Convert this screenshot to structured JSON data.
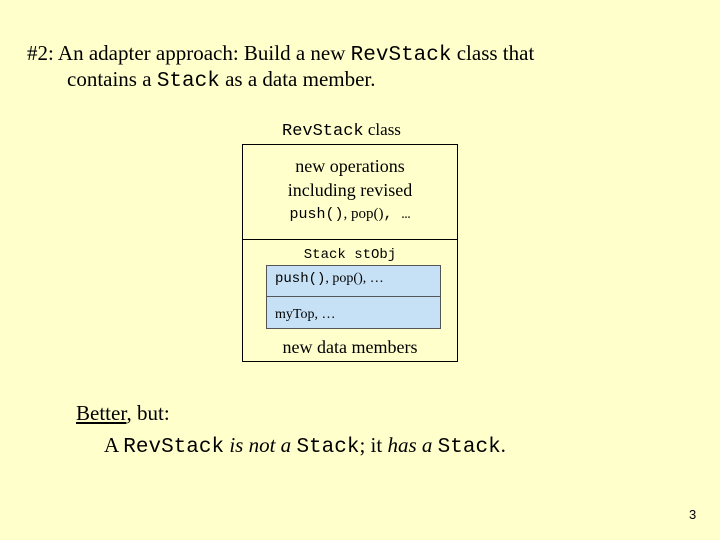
{
  "title": {
    "line1_a": "#2: An adapter approach:   Build a new ",
    "line1_code": "RevStack",
    "line1_b": " class that",
    "line2_a": "contains a ",
    "line2_code": "Stack",
    "line2_b": " as a data member."
  },
  "diagram": {
    "class_name_code": "RevStack",
    "class_name_text": " class",
    "ops_line1": "new operations",
    "ops_line2": "including revised",
    "ops_push": "push()",
    "ops_sep": ", ",
    "ops_pop": "pop()",
    "ops_tail": ", …",
    "member_decl": "Stack stObj",
    "inner_push": "push()",
    "inner_sep": ", ",
    "inner_pop": "pop()",
    "inner_tail": ", …",
    "inner_members": "myTop, …",
    "new_data": "new data members"
  },
  "summary": {
    "better_u": "Better",
    "better_rest": ", but:",
    "a": "A ",
    "revstack": "RevStack",
    "is_not_a": " is not a ",
    "stack1": "Stack",
    "it_has_a_pre": "; it ",
    "has_a": "has a",
    "space": " ",
    "stack2": "Stack",
    "period": "."
  },
  "page_number": "3"
}
